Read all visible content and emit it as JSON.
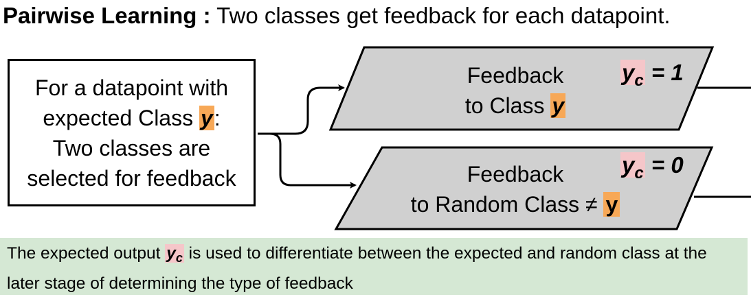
{
  "title": {
    "bold": "Pairwise Learning :",
    "rest": "Two classes get feedback for each datapoint."
  },
  "left_box": {
    "line1": "For a datapoint with",
    "line2_pre": "expected Class ",
    "line2_var": "y",
    "line2_post": ":",
    "line3": "Two classes are",
    "line4": "selected for feedback"
  },
  "top_node": {
    "line1": "Feedback",
    "line2_pre": "to Class ",
    "line2_var": "y",
    "tag_var": "y",
    "tag_sub": "c",
    "tag_val": " = 1"
  },
  "bottom_node": {
    "line1": "Feedback",
    "line2_pre": "to Random Class ≠ ",
    "line2_var": "y",
    "tag_var": "y",
    "tag_sub": "c",
    "tag_val": " = 0"
  },
  "note": {
    "pre": "The expected output ",
    "var": "y",
    "sub": "c",
    "post": " is used to differentiate between the expected and random class at the later stage of determining the type of feedback"
  },
  "colors": {
    "class_highlight": "#f7a857",
    "yc_highlight": "#f5c6c9",
    "node_fill": "#d0d0d0",
    "note_background": "#d5e8d4"
  }
}
